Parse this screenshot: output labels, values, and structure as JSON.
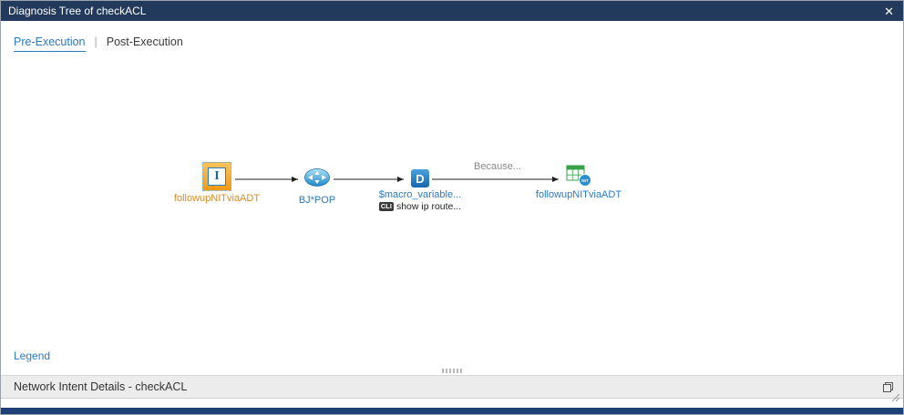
{
  "window": {
    "title": "Diagnosis Tree of checkACL",
    "close_glyph": "✕"
  },
  "tabs": {
    "pre": {
      "label": "Pre-Execution",
      "active": true
    },
    "separator": "|",
    "post": {
      "label": "Post-Execution",
      "active": false
    }
  },
  "diagram": {
    "nodes": [
      {
        "type": "intent",
        "icon_letter": "I",
        "label": "followupNITviaADT",
        "label_color": "#e0891d",
        "selected": true
      },
      {
        "type": "router",
        "label": "BJ*POP",
        "label_color": "#2a79c3"
      },
      {
        "type": "diagnosis",
        "icon_letter": "D",
        "label": "$macro_variable...",
        "badge": "CLI",
        "sublabel": "show ip route...",
        "label_color": "#2a79c3"
      },
      {
        "type": "network-intent",
        "badge": "NIT",
        "label": "followupNITviaADT",
        "label_color": "#2a79c3"
      }
    ],
    "edge_label": "Because..."
  },
  "legend": {
    "label": "Legend"
  },
  "details": {
    "title": "Network Intent Details - checkACL"
  },
  "colors": {
    "titlebar": "#223a5c",
    "accent_blue": "#2a79c3",
    "intent_orange": "#e0891d",
    "bottom_bar": "#1d4077",
    "details_bg": "#ececec"
  }
}
